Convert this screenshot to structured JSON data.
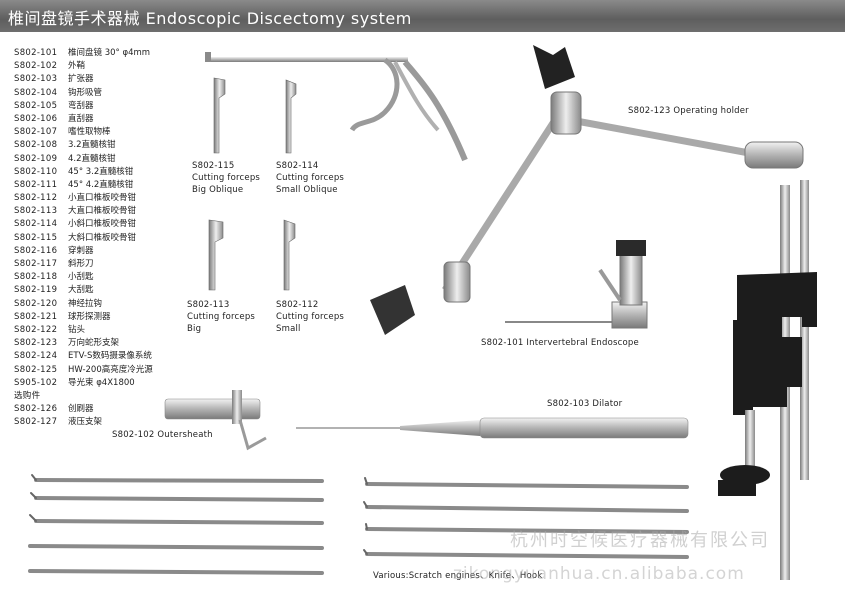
{
  "header": {
    "title": "椎间盘镜手术器械 Endoscopic Discectomy system"
  },
  "parts": [
    {
      "code": "S802-101",
      "name": "椎间盘镜 30° φ4mm"
    },
    {
      "code": "S802-102",
      "name": "外鞘"
    },
    {
      "code": "S802-103",
      "name": "扩张器"
    },
    {
      "code": "S802-104",
      "name": "钩形吸管"
    },
    {
      "code": "S802-105",
      "name": "弯刮器"
    },
    {
      "code": "S802-106",
      "name": "直刮器"
    },
    {
      "code": "S802-107",
      "name": "嗜性取物棒"
    },
    {
      "code": "S802-108",
      "name": "3.2直髓核钳"
    },
    {
      "code": "S802-109",
      "name": "4.2直髓核钳"
    },
    {
      "code": "S802-110",
      "name": "45° 3.2直髓核钳"
    },
    {
      "code": "S802-111",
      "name": "45° 4.2直髓核钳"
    },
    {
      "code": "S802-112",
      "name": "小直口椎板咬骨钳"
    },
    {
      "code": "S802-113",
      "name": "大直口椎板咬骨钳"
    },
    {
      "code": "S802-114",
      "name": "小斜口椎板咬骨钳"
    },
    {
      "code": "S802-115",
      "name": "大斜口椎板咬骨钳"
    },
    {
      "code": "S802-116",
      "name": "穿刺器"
    },
    {
      "code": "S802-117",
      "name": "斜形刀"
    },
    {
      "code": "S802-118",
      "name": "小刮匙"
    },
    {
      "code": "S802-119",
      "name": "大刮匙"
    },
    {
      "code": "S802-120",
      "name": "神经拉钩"
    },
    {
      "code": "S802-121",
      "name": "球形探测器"
    },
    {
      "code": "S802-122",
      "name": "钻头"
    },
    {
      "code": "S802-123",
      "name": "万向蛇形支架"
    },
    {
      "code": "S802-124",
      "name": "ETV-S数码摄录像系统"
    },
    {
      "code": "S802-125",
      "name": "HW-200高亮度冷光源"
    },
    {
      "code": "S905-102",
      "name": "导光束 φ4X1800"
    },
    {
      "code": "选购件",
      "name": ""
    },
    {
      "code": "S802-126",
      "name": "创刷器"
    },
    {
      "code": "S802-127",
      "name": "液压支架"
    }
  ],
  "labels": {
    "l115": {
      "code": "S802-115",
      "line1": "Cutting forceps",
      "line2": "Big Oblique"
    },
    "l114": {
      "code": "S802-114",
      "line1": "Cutting forceps",
      "line2": "Small Oblique"
    },
    "l113": {
      "code": "S802-113",
      "line1": "Cutting forceps",
      "line2": "Big"
    },
    "l112": {
      "code": "S802-112",
      "line1": "Cutting forceps",
      "line2": "Small"
    },
    "holder": "S802-123 Operating holder",
    "endoscope": "S802-101 Intervertebral Endoscope",
    "dilator": "S802-103 Dilator",
    "outersheath": "S802-102 Outersheath",
    "scratch": "Various:Scratch engines、Knife、Hook"
  },
  "watermark": {
    "line1": "杭州时空候医疗器械有限公司",
    "line2": "zikongyuanhua.cn.alibaba.com"
  }
}
